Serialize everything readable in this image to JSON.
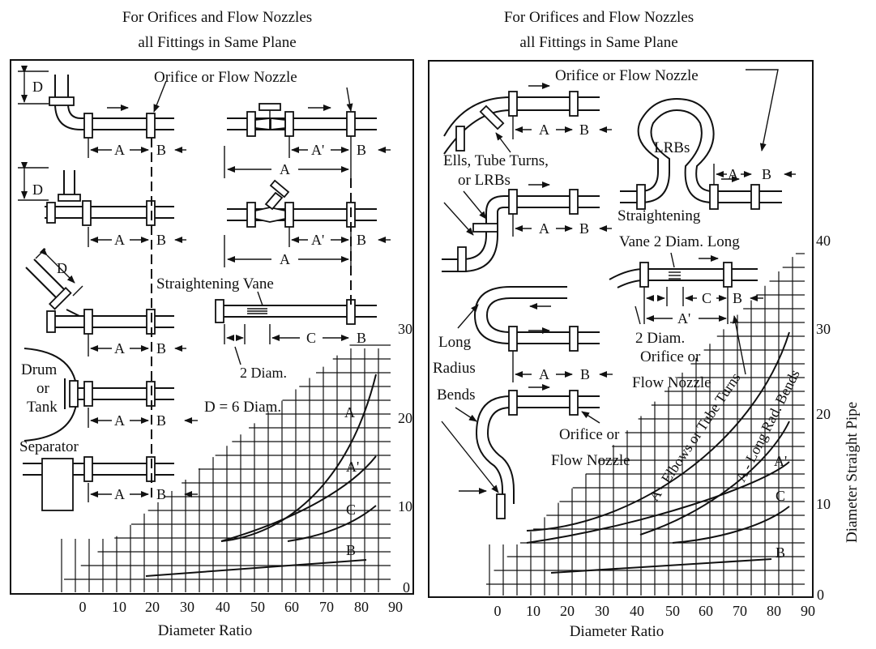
{
  "left_panel": {
    "title_line1": "For Orifices and Flow Nozzles",
    "title_line2": "all Fittings in Same Plane",
    "orifice_label": "Orifice or Flow Nozzle",
    "straightening_vane": "Straightening Vane",
    "two_diam": "2 Diam.",
    "drum_line1": "Drum",
    "drum_line2": "or",
    "drum_line3": "Tank",
    "separator": "Separator",
    "d_equals": "D = 6 Diam.",
    "dim_D": "D",
    "dim_A": "A",
    "dim_B": "B",
    "dim_A_prime": "A'",
    "dim_C": "C",
    "x_axis_title": "Diameter Ratio",
    "x_ticks": [
      "0",
      "10",
      "20",
      "30",
      "40",
      "50",
      "60",
      "70",
      "80",
      "90"
    ],
    "y_ticks": [
      "0",
      "10",
      "20",
      "30"
    ],
    "curve_labels": [
      "A",
      "A'",
      "C",
      "B"
    ]
  },
  "right_panel": {
    "title_line1": "For Orifices and Flow Nozzles",
    "title_line2": "all Fittings in Same Plane",
    "orifice_label": "Orifice or Flow Nozzle",
    "ells_line1": "Ells, Tube Turns,",
    "ells_line2": "or LRBs",
    "lrbs": "LRBs",
    "vane_line1": "Straightening",
    "vane_line2": "Vane 2 Diam. Long",
    "long_line1": "Long",
    "long_line2": "Radius",
    "long_line3": "Bends",
    "two_diam": "2 Diam.",
    "orifice_or": "Orifice or",
    "flow_nozzle": "Flow Nozzle",
    "dim_A": "A",
    "dim_B": "B",
    "dim_A_prime": "A'",
    "dim_C": "C",
    "x_axis_title": "Diameter Ratio",
    "y_axis_title": "Diameter Straight Pipe",
    "x_ticks": [
      "0",
      "10",
      "20",
      "30",
      "40",
      "50",
      "60",
      "70",
      "80",
      "90"
    ],
    "y_ticks": [
      "0",
      "10",
      "20",
      "30",
      "40"
    ],
    "curve_elbows": "A - Elbows or Tube Turns",
    "curve_long": "A - Long Rad. Bends",
    "curve_labels": [
      "A'",
      "C",
      "B"
    ]
  }
}
